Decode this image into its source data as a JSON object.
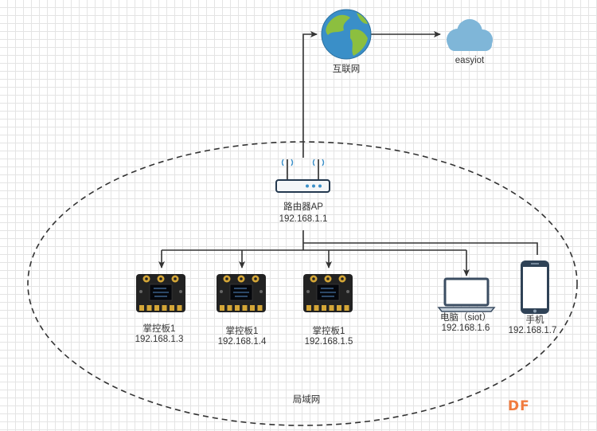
{
  "internet": {
    "label": "互联网",
    "icon": "globe-icon"
  },
  "cloud": {
    "label": "easyiot",
    "icon": "cloud-icon"
  },
  "router": {
    "name": "路由器AP",
    "ip": "192.168.1.1",
    "icon": "router-icon"
  },
  "boards": [
    {
      "name": "掌控板1",
      "ip": "192.168.1.3",
      "icon": "board-icon"
    },
    {
      "name": "掌控板1",
      "ip": "192.168.1.4",
      "icon": "board-icon"
    },
    {
      "name": "掌控板1",
      "ip": "192.168.1.5",
      "icon": "board-icon"
    }
  ],
  "laptop": {
    "name": "电脑（siot）",
    "ip": "192.168.1.6",
    "icon": "laptop-icon"
  },
  "phone": {
    "name": "手机",
    "ip": "192.168.1.7",
    "icon": "phone-icon"
  },
  "lan": {
    "label": "局域网"
  },
  "watermark": {
    "text": "DF"
  },
  "colors": {
    "line": "#333333",
    "cloud": "#7fb6d8",
    "ocean": "#3a8fc8",
    "land": "#8cbf3f",
    "board": "#222222",
    "brand": "#f07b3f"
  }
}
